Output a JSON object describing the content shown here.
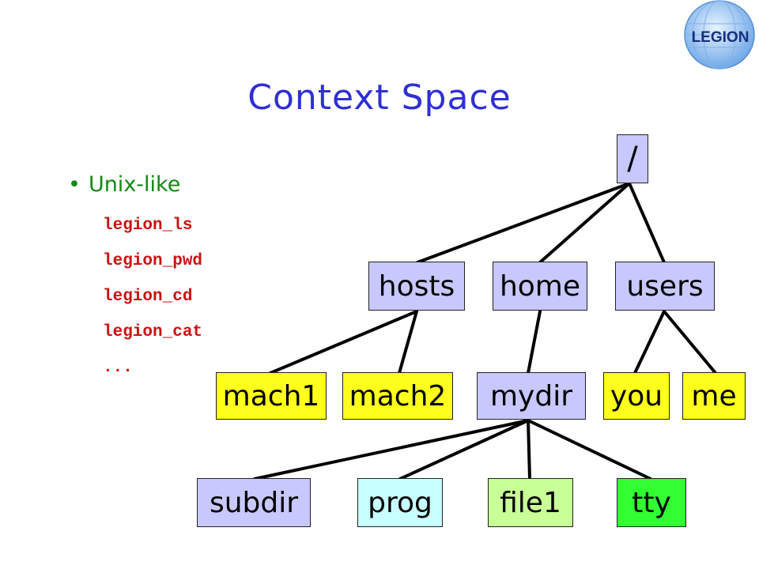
{
  "logo": {
    "text": "LEGION"
  },
  "title": "Context Space",
  "bullet": {
    "text": "Unix-like"
  },
  "commands": [
    "legion_ls",
    "legion_pwd",
    "legion_cd",
    "legion_cat",
    "..."
  ],
  "tree": {
    "root": {
      "label": "/",
      "color": "#c8c8ff"
    },
    "level1": [
      {
        "label": "hosts",
        "color": "#c8c8ff"
      },
      {
        "label": "home",
        "color": "#c8c8ff"
      },
      {
        "label": "users",
        "color": "#c8c8ff"
      }
    ],
    "level2": [
      {
        "label": "mach1",
        "color": "#ffff1e"
      },
      {
        "label": "mach2",
        "color": "#ffff1e"
      },
      {
        "label": "mydir",
        "color": "#c8c8ff"
      },
      {
        "label": "you",
        "color": "#ffff1e"
      },
      {
        "label": "me",
        "color": "#ffff1e"
      }
    ],
    "level3": [
      {
        "label": "subdir",
        "color": "#c8c8ff"
      },
      {
        "label": "prog",
        "color": "#c8ffff"
      },
      {
        "label": "file1",
        "color": "#c8ff96"
      },
      {
        "label": "tty",
        "color": "#32ff32"
      }
    ]
  },
  "colors": {
    "title": "#2f2fd6",
    "bullet": "#118a11",
    "command": "#cc1111"
  }
}
